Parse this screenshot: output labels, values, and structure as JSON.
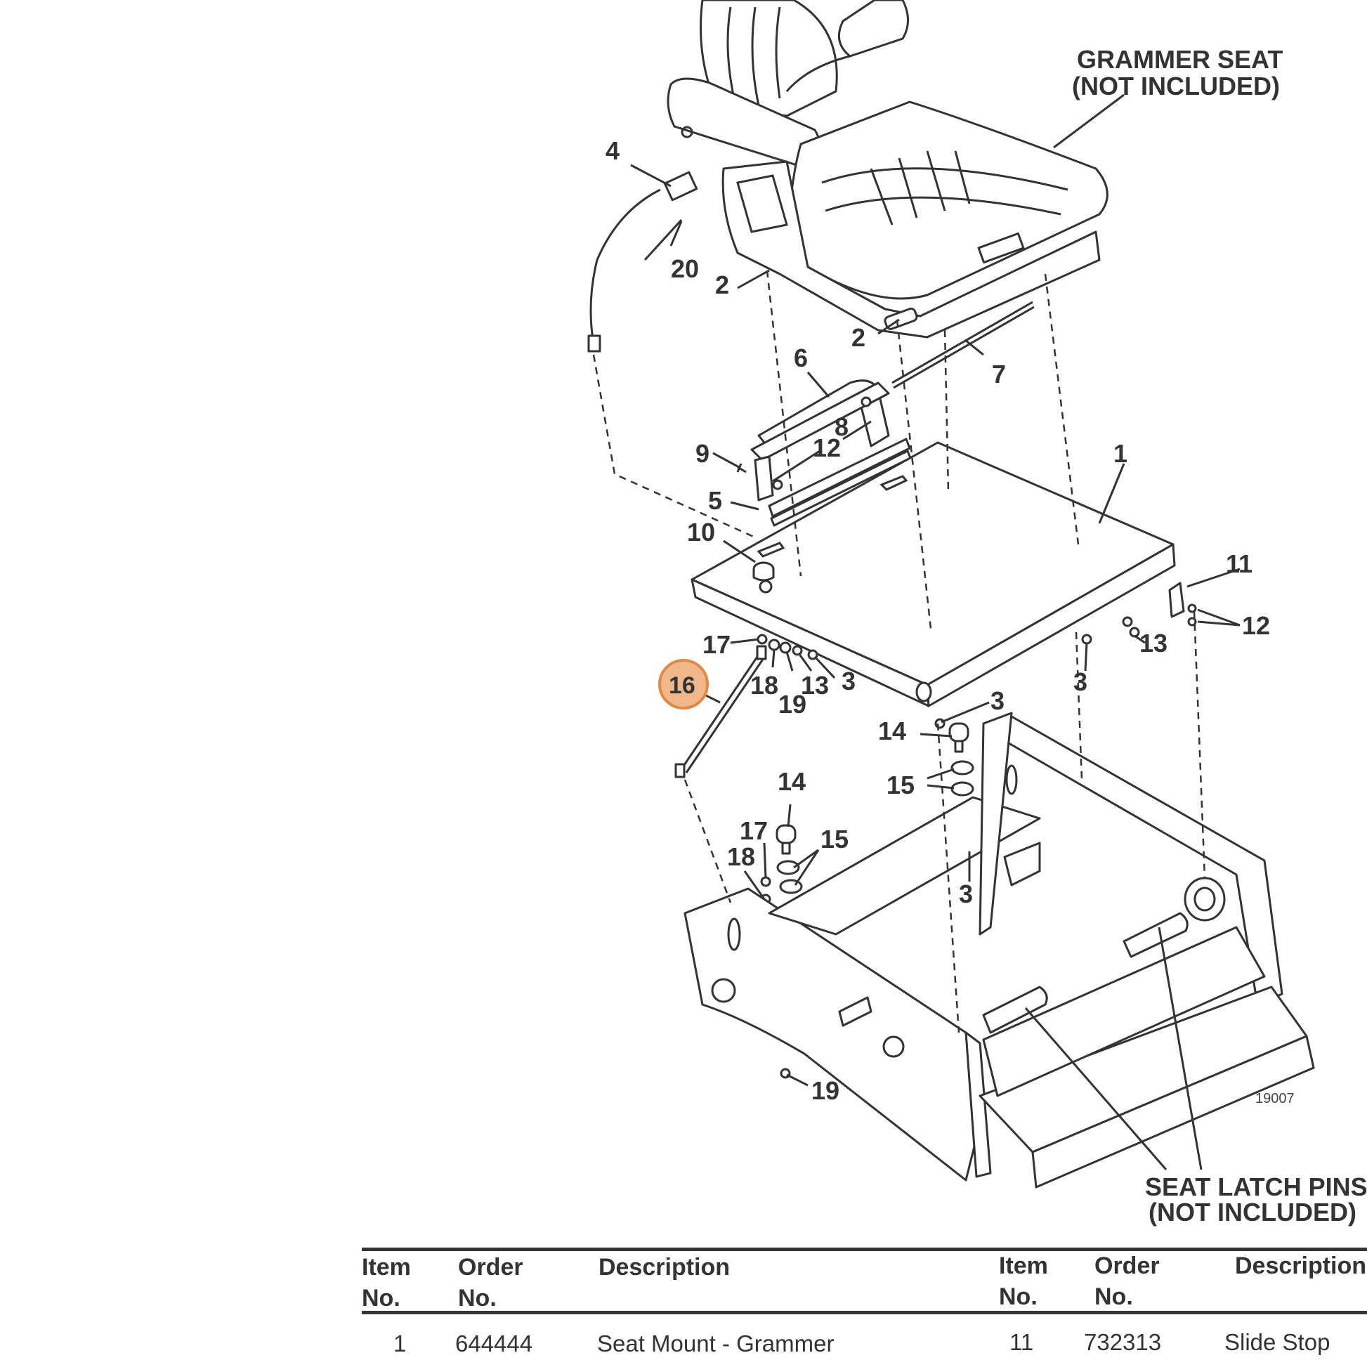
{
  "labels": {
    "seat_title_1": "GRAMMER SEAT",
    "seat_title_2": "(NOT INCLUDED)",
    "pins_title_1": "SEAT LATCH PINS",
    "pins_title_2": "(NOT INCLUDED)",
    "figure_number": "19007",
    "highlight_callout": "16"
  },
  "callouts": {
    "c1": "1",
    "c2a": "2",
    "c2b": "2",
    "c3a": "3",
    "c3b": "3",
    "c3c": "3",
    "c3d": "3",
    "c4": "4",
    "c5": "5",
    "c6": "6",
    "c7": "7",
    "c8": "8",
    "c9": "9",
    "c10": "10",
    "c11": "11",
    "c12a": "12",
    "c12b": "12",
    "c13a": "13",
    "c13b": "13",
    "c14a": "14",
    "c14b": "14",
    "c15a": "15",
    "c15b": "15",
    "c17a": "17",
    "c17b": "17",
    "c18a": "18",
    "c18b": "18",
    "c19a": "19",
    "c19b": "19",
    "c20": "20"
  },
  "table": {
    "left_headers": {
      "item_1": "Item",
      "item_2": "No.",
      "order_1": "Order",
      "order_2": "No.",
      "description": "Description"
    },
    "right_headers": {
      "item_1": "Item",
      "item_2": "No.",
      "order_1": "Order",
      "order_2": "No.",
      "description": "Description"
    },
    "rows": [
      {
        "item": "1",
        "order": "644444",
        "description": "Seat Mount - Grammer",
        "item_r": "11",
        "order_r": "732313",
        "description_r": "Slide Stop"
      }
    ]
  },
  "colors": {
    "line": "#333333",
    "highlight_fill": "#f0b88a",
    "highlight_stroke": "#e08a45"
  }
}
